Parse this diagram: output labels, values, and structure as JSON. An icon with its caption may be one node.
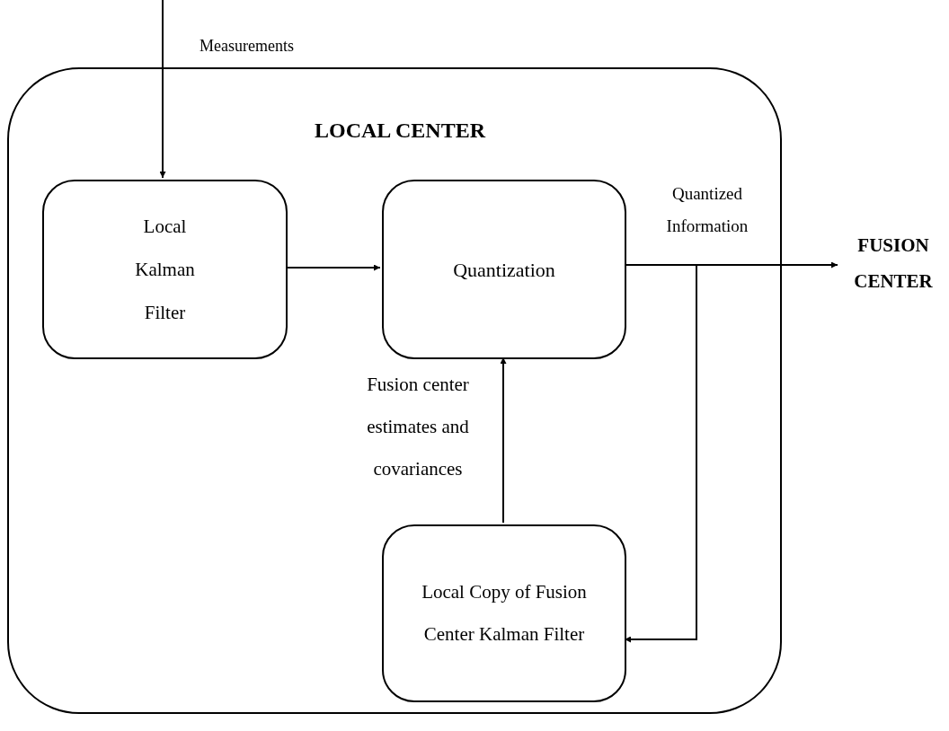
{
  "diagram": {
    "nodes": [
      {
        "text": [
          "LOCAL CENTER"
        ]
      },
      {
        "text": [
          "Local Kalman Filter"
        ],
        "in": 0
      },
      {
        "text": [
          "Quantization"
        ],
        "in": 0
      },
      {
        "text": [
          "Local Copy of Fusion Center Kalman Filter"
        ],
        "in": 0
      },
      {
        "text": [
          "FUSION CENTER"
        ]
      }
    ],
    "edges": [
      {
        "from": null,
        "to": 1,
        "arrow": "to",
        "label": "Measurements"
      },
      {
        "from": 1,
        "to": 2,
        "arrow": "to"
      },
      {
        "from": 2,
        "to": 4,
        "arrow": "to",
        "label": "Quantized Information"
      },
      {
        "from": 2,
        "to": 3,
        "arrow": "to"
      },
      {
        "from": 3,
        "to": 2,
        "arrow": "to",
        "label": "Fusion center estimates and covariances"
      }
    ]
  }
}
